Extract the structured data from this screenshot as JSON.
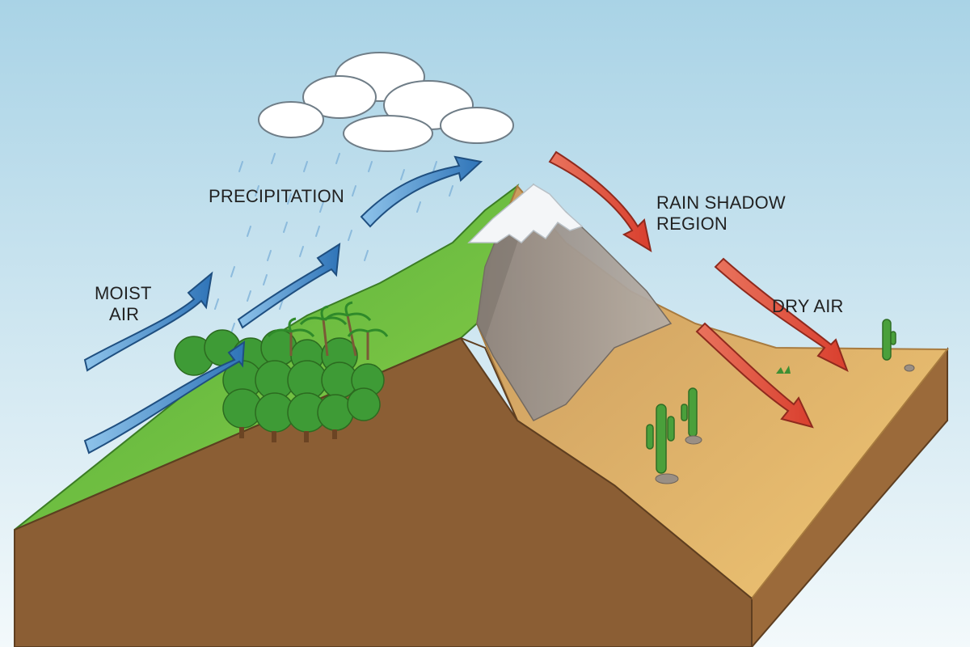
{
  "diagram": {
    "labels": {
      "moist_air": [
        "MOIST",
        "AIR"
      ],
      "precipitation": "PRECIPITATION",
      "rain_shadow": [
        "RAIN SHADOW",
        "REGION"
      ],
      "dry_air": "DRY AIR"
    },
    "colors": {
      "sky_top": "#a9d3e6",
      "sky_bottom": "#f3f9fb",
      "windward_grass": "#6cbf3c",
      "soil": "#8b5e34",
      "desert_sand": "#e8b665",
      "snow": "#f4f6f8",
      "rock": "#9a918a",
      "moist_arrow": "#3f86c8",
      "dry_arrow": "#e2543f",
      "rain": "#7fb2d9",
      "tree": "#3e9b36",
      "cactus": "#4aa03b"
    },
    "icons": [
      "cloud-icon",
      "rain-icon",
      "tree-icon",
      "palm-icon",
      "cactus-icon",
      "snowcap-icon"
    ]
  }
}
